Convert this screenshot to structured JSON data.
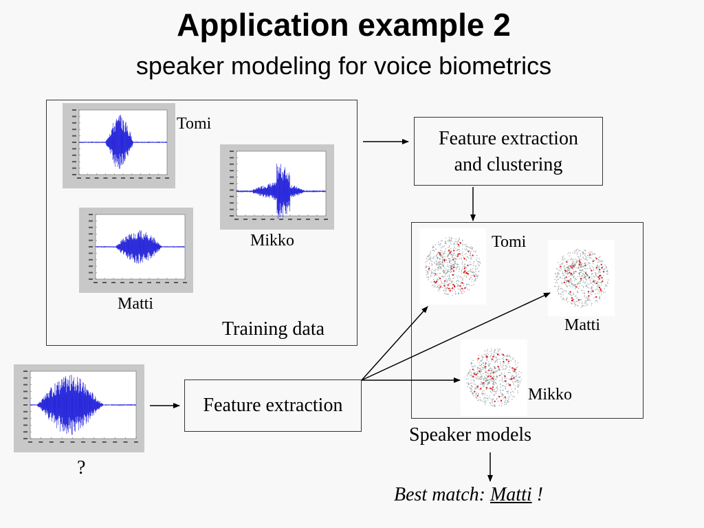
{
  "header": {
    "title": "Application example 2",
    "subtitle": "speaker modeling for voice biometrics"
  },
  "training": {
    "box_label": "Training data",
    "speakers": {
      "tomi": "Tomi",
      "mikko": "Mikko",
      "matti": "Matti"
    }
  },
  "processing": {
    "feature_clustering_line1": "Feature extraction",
    "feature_clustering_line2": "and clustering",
    "feature_extraction": "Feature extraction"
  },
  "models": {
    "title": "Speaker models",
    "tomi": "Tomi",
    "matti": "Matti",
    "mikko": "Mikko"
  },
  "query": {
    "unknown": "?"
  },
  "result": {
    "prefix": "Best match: ",
    "name": "Matti",
    "suffix": " !"
  },
  "colors": {
    "waveform": "#1a1ad8",
    "centroid": "#e02020",
    "feature_point": "#9aa3a8"
  }
}
